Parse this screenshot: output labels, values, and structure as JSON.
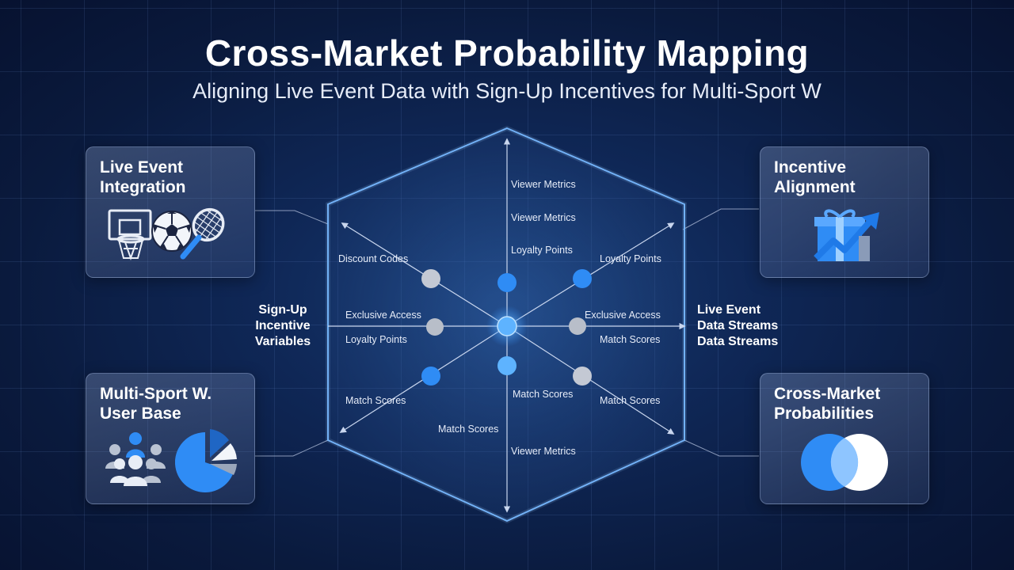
{
  "header": {
    "title": "Cross-Market Probability Mapping",
    "subtitle": "Aligning Live Event Data with Sign-Up Incentives for Multi-Sport W"
  },
  "cards": {
    "live_event": {
      "title_line1": "Live Event",
      "title_line2": "Integration",
      "icons": [
        "basketball-hoop-icon",
        "soccer-ball-icon",
        "tennis-racket-icon"
      ]
    },
    "incentive": {
      "title_line1": "Incentive",
      "title_line2": "Alignment",
      "icons": [
        "gift-growth-icon"
      ]
    },
    "user_base": {
      "title_line1": "Multi-Sport W.",
      "title_line2": "User Base",
      "icons": [
        "users-group-icon",
        "pie-chart-icon"
      ]
    },
    "probabilities": {
      "title_line1": "Cross-Market",
      "title_line2": "Probabilities",
      "icons": [
        "venn-diagram-icon"
      ]
    }
  },
  "axes": {
    "left_title": [
      "Sign-Up",
      "Incentive",
      "Variables"
    ],
    "right_title": [
      "Live Event",
      "Data Streams",
      "Data Streams"
    ]
  },
  "labels": {
    "viewer_metrics_1": "Viewer Metrics",
    "viewer_metrics_2": "Viewer Metrics",
    "loyalty_points_top": "Loyalty Points",
    "discount_codes": "Discount Codes",
    "loyalty_points_right": "Loyalty Points",
    "exclusive_access_left": "Exclusive Access",
    "exclusive_access_right": "Exclusive Access",
    "loyalty_points_left": "Loyalty Points",
    "match_scores_right": "Match Scores",
    "match_scores_center": "Match Scores",
    "match_scores_left": "Match Scores",
    "match_scores_lower_right": "Match Scores",
    "match_scores_bottom": "Match Scores",
    "viewer_metrics_bottom": "Viewer Metrics"
  },
  "colors": {
    "accent_blue": "#2f8cf5",
    "node_gray": "#c4c9d4",
    "hex_outline": "#6fb4ff",
    "background": "#0b1a3a"
  }
}
